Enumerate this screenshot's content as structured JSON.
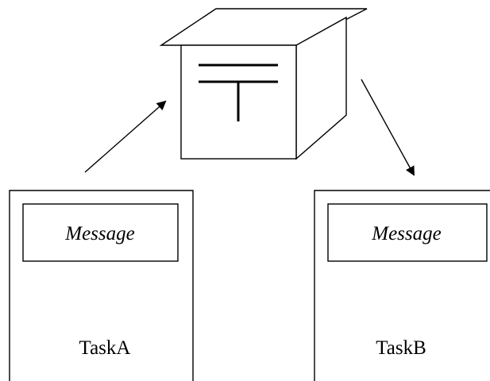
{
  "mailbox": {
    "icon": "postal-mark-icon"
  },
  "tasks": {
    "a": {
      "message_label": "Message",
      "name": "TaskA"
    },
    "b": {
      "message_label": "Message",
      "name": "TaskB"
    }
  },
  "arrows": {
    "send": "from TaskA to mailbox",
    "receive": "from mailbox to TaskB"
  }
}
